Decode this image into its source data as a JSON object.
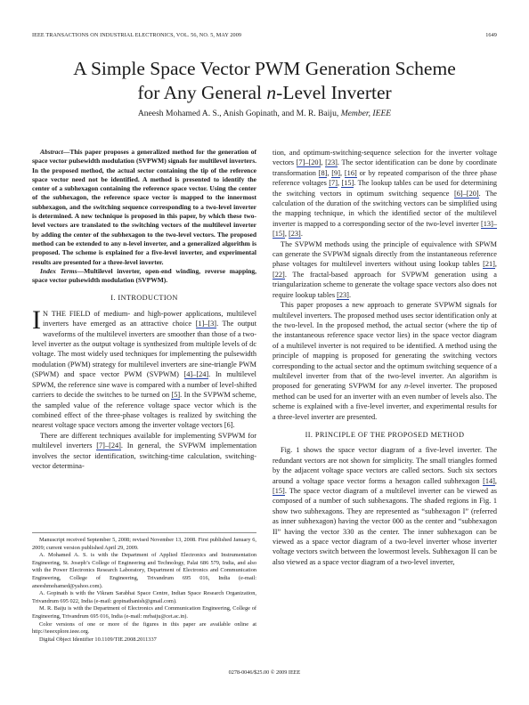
{
  "header": {
    "left": "IEEE TRANSACTIONS ON INDUSTRIAL ELECTRONICS, VOL. 56, NO. 5, MAY 2009",
    "page_number": "1649"
  },
  "title": {
    "line1": "A Simple Space Vector PWM Generation Scheme",
    "line2_pre": "for Any General ",
    "line2_var": "n",
    "line2_post": "-Level Inverter"
  },
  "authors": {
    "names": "Aneesh Mohamed A. S., Anish Gopinath, and M. R. Baiju,",
    "membership": "Member, IEEE"
  },
  "abstract": {
    "label": "Abstract",
    "text": "—This paper proposes a generalized method for the generation of space vector pulsewidth modulation (SVPWM) signals for multilevel inverters. In the proposed method, the actual sector containing the tip of the reference space vector need not be identified. A method is presented to identify the center of a subhexagon containing the reference space vector. Using the center of the subhexagon, the reference space vector is mapped to the innermost subhexagon, and the switching sequence corresponding to a two-level inverter is determined. A new technique is proposed in this paper, by which these two-level vectors are translated to the switching vectors of the multilevel inverter by adding the center of the subhexagon to the two-level vectors. The proposed method can be extended to any n-level inverter, and a generalized algorithm is proposed. The scheme is explained for a five-level inverter, and experimental results are presented for a three-level inverter."
  },
  "index_terms": {
    "label": "Index Terms",
    "text": "—Multilevel inverter, open-end winding, reverse mapping, space vector pulsewidth modulation (SVPWM)."
  },
  "section1": {
    "heading": "I. INTRODUCTION",
    "dropcap": "I",
    "p1_start": "N THE FIELD of medium- and high-power applications, multilevel inverters have emerged as an attractive choice ",
    "p1_ref1": "[1]–[3]",
    "p1_mid1": ". The output waveforms of the multilevel inverters are smoother than those of a two-level inverter as the output voltage is synthesized from multiple levels of dc voltage. The most widely used techniques for implementing the pulsewidth modulation (PWM) strategy for multilevel inverters are sine-triangle PWM (SPWM) and space vector PWM (SVPWM) ",
    "p1_ref2": "[4]–[24]",
    "p1_mid2": ". In multilevel SPWM, the reference sine wave is compared with a number of level-shifted carriers to decide the switches to be turned on ",
    "p1_ref3": "[5]",
    "p1_end": ". In the SVPWM scheme, the sampled value of the reference voltage space vector which is the combined effect of the three-phase voltages is realized by switching the nearest voltage space vectors among the inverter voltage vectors [6].",
    "p2_start": "There are different techniques available for implementing SVPWM for multilevel inverters ",
    "p2_ref1": "[7]–[24]",
    "p2_end": ". In general, the SVPWM implementation involves the sector identification, switching-time calculation, switching-vector determina-"
  },
  "right_column": {
    "p1_a": "tion, and optimum-switching-sequence selection for the inverter voltage vectors ",
    "p1_r1": "[7]–[20]",
    "p1_b": ", ",
    "p1_r2": "[23]",
    "p1_c": ". The sector identification can be done by coordinate transformation ",
    "p1_r3": "[8]",
    "p1_d": ", ",
    "p1_r4": "[9]",
    "p1_e": ", ",
    "p1_r5": "[16]",
    "p1_f": " or by repeated comparison of the three phase reference voltages ",
    "p1_r6": "[7]",
    "p1_g": ", ",
    "p1_r7": "[15]",
    "p1_h": ". The lookup tables can be used for determining the switching vectors in optimum switching sequence ",
    "p1_r8": "[6]–[20]",
    "p1_i": ". The calculation of the duration of the switching vectors can be simplified using the mapping technique, in which the identified sector of the multilevel inverter is mapped to a corresponding sector of the two-level inverter ",
    "p1_r9": "[13]–[15]",
    "p1_j": ", ",
    "p1_r10": "[23]",
    "p1_k": ".",
    "p2_a": "The SVPWM methods using the principle of equivalence with SPWM can generate the SVPWM signals directly from the instantaneous reference phase voltages for multilevel inverters without using lookup tables ",
    "p2_r1": "[21]",
    "p2_b": ", ",
    "p2_r2": "[22]",
    "p2_c": ". The fractal-based approach for SVPWM generation using a triangularization scheme to generate the voltage space vectors also does not require lookup tables ",
    "p2_r3": "[23]",
    "p2_d": ".",
    "p3_a": "This paper proposes a new approach to generate SVPWM signals for multilevel inverters. The proposed method uses sector identification only at the two-level. In the proposed method, the actual sector (where the tip of the instantaneous reference space vector lies) in the space vector diagram of a multilevel inverter is not required to be identified. A method using the principle of mapping is proposed for generating the switching vectors corresponding to the actual sector and the optimum switching sequence of a multilevel inverter from that of the two-level inverter. An algorithm is proposed for generating SVPWM for any ",
    "p3_var": "n",
    "p3_b": "-level inverter. The proposed method can be used for an inverter with an even number of levels also. The scheme is explained with a five-level inverter, and experimental results for a three-level inverter are presented.",
    "sec2_heading": "II. PRINCIPLE OF THE PROPOSED METHOD",
    "p4_a": "Fig. 1 shows the space vector diagram of a five-level inverter. The redundant vectors are not shown for simplicity. The small triangles formed by the adjacent voltage space vectors are called sectors. Such six sectors around a voltage space vector forms a hexagon called subhexagon ",
    "p4_r1": "[14]",
    "p4_b": ", ",
    "p4_r2": "[15]",
    "p4_c": ". The space vector diagram of a multilevel inverter can be viewed as composed of a number of such subhexagons. The shaded regions in Fig. 1 show two subhexagons. They are represented as “subhexagon I” (referred as inner subhexagon) having the vector 000 as the center and “subhexagon II” having the vector 330 as the center. The inner subhexagon can be viewed as a space vector diagram of a two-level inverter whose inverter voltage vectors switch between the lowermost levels. Subhexagon II can be also viewed as a space vector diagram of a two-level inverter,"
  },
  "footnotes": {
    "f1": "Manuscript received September 5, 2008; revised November 13, 2008. First published January 6, 2009; current version published April 29, 2009.",
    "f2": "A. Mohamed A. S. is with the Department of Applied Electronics and Instrumentation Engineering, St. Joseph’s College of Engineering and Technology, Palai 686 579, India, and also with the Power Electronics Research Laboratory, Department of Electronics and Communication Engineering, College of Engineering, Trivandrum 695 016, India (e-mail: aneeshmohamed@yahoo.com).",
    "f3": "A. Gopinath is with the Vikram Sarabhai Space Centre, Indian Space Research Organization, Trivandrum 695 022, India (e-mail: gopinathanish@gmail.com).",
    "f4": "M. R. Baiju is with the Department of Electronics and Communication Engineering, College of Engineering, Trivandrum 695 016, India (e-mail: mrbaiju@cet.ac.in).",
    "f5": "Color versions of one or more of the figures in this paper are available online at http://ieeexplore.ieee.org.",
    "f6": "Digital Object Identifier 10.1109/TIE.2008.2011337"
  },
  "footer": {
    "text": "0278-0046/$25.00 © 2009 IEEE"
  }
}
